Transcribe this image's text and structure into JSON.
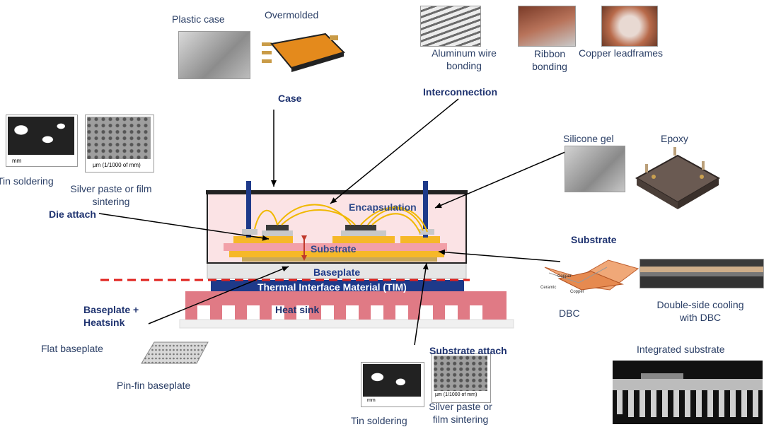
{
  "case": {
    "heading": "Case",
    "plastic_case": "Plastic case",
    "overmolded": "Overmolded"
  },
  "interconnection": {
    "heading": "Interconnection",
    "aluminum_line1": "Aluminum wire",
    "aluminum_line2": "bonding",
    "ribbon_line1": "Ribbon",
    "ribbon_line2": "bonding",
    "copper": "Copper leadframes"
  },
  "encapsulation": {
    "silicone": "Silicone gel",
    "epoxy": "Epoxy"
  },
  "die_attach": {
    "heading": "Die attach",
    "tin": "Tin soldering",
    "silver_line1": "Silver paste or film",
    "silver_line2": "sintering",
    "micrograph_scale_mm": "mm",
    "micrograph_scale_um": "µm (1/1000 of mm)"
  },
  "module": {
    "encapsulation": "Encapsulation",
    "substrate": "Substrate",
    "baseplate": "Baseplate",
    "tim": "Thermal Interface Material (TIM)",
    "heatsink": "Heat sink"
  },
  "substrate": {
    "heading": "Substrate",
    "dbc": "DBC",
    "double_line1": "Double-side cooling",
    "double_line2": "with DBC",
    "integrated": "Integrated substrate",
    "copper_tag": "Copper",
    "ceramic_tag": "Ceramic",
    "copper_tag2": "Copper"
  },
  "baseplate_heatsink": {
    "heading_line1": "Baseplate +",
    "heading_line2": "Heatsink",
    "flat": "Flat baseplate",
    "pinfin": "Pin-fin baseplate"
  },
  "substrate_attach": {
    "heading": "Substrate attach",
    "tin": "Tin soldering",
    "silver_line1": "Silver paste or",
    "silver_line2": "film sintering",
    "micrograph_scale_mm": "mm",
    "micrograph_scale_um": "µm (1/1000 of mm)"
  }
}
